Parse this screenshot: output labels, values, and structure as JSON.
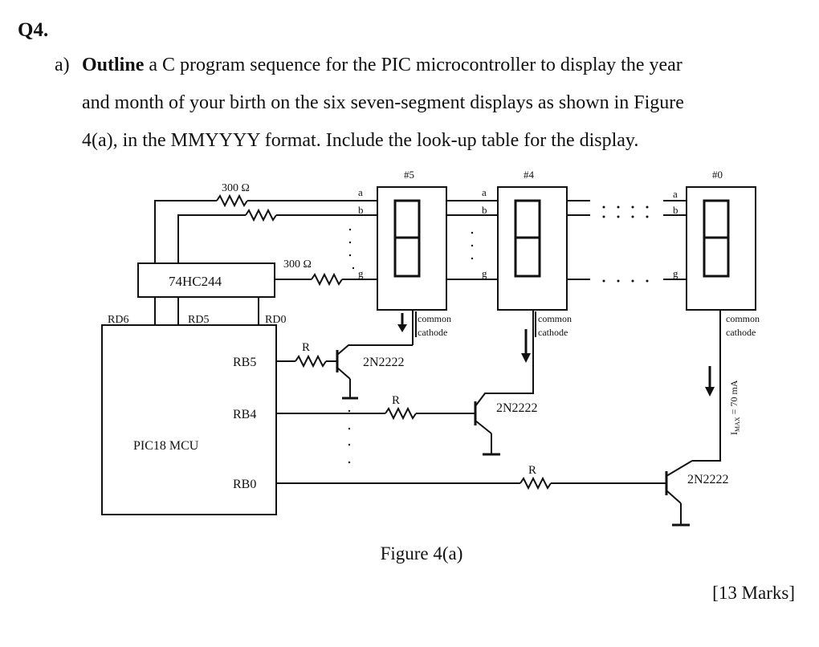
{
  "question": {
    "number": "Q4.",
    "part_label": "a)",
    "keyword": "Outline",
    "line1_rest": " a C program sequence for the PIC microcontroller to display the year",
    "line2": "and month of your birth on the six seven-segment displays as shown in Figure",
    "line3": "4(a), in the MMYYYY format. Include the look-up table for the display."
  },
  "figure": {
    "caption": "Figure 4(a)",
    "display_labels": [
      "#5",
      "#4",
      "#0"
    ],
    "buffer_label": "74HC244",
    "mcu_label": "PIC18 MCU",
    "port_d_pins": [
      "RD6",
      "RD5",
      "RD0"
    ],
    "port_b_pins": [
      "RB5",
      "RB4",
      "RB0"
    ],
    "resistor_300_top": "300 Ω",
    "resistor_300_mid": "300 Ω",
    "resistor_r": "R",
    "transistor": "2N2222",
    "segment_a": "a",
    "segment_b": "b",
    "segment_g": "g",
    "common_word": "common",
    "cathode_word": "cathode",
    "imax_label": "I",
    "imax_sub": "MAX",
    "imax_value": " = 70 mA"
  },
  "marks": "[13 Marks]"
}
